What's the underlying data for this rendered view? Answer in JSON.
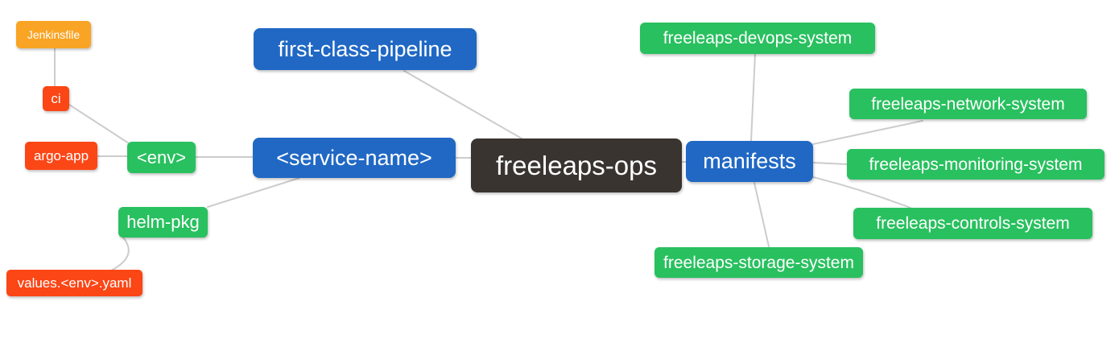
{
  "diagram": {
    "type": "mindmap",
    "root_label": "freeleaps-ops"
  },
  "nodes": {
    "freeleaps_ops": {
      "label": "freeleaps-ops",
      "depth": 0
    },
    "first_class_pipeline": {
      "label": "first-class-pipeline",
      "depth": 1
    },
    "service_name": {
      "label": "<service-name>",
      "depth": 1
    },
    "manifests": {
      "label": "manifests",
      "depth": 1
    },
    "env": {
      "label": "<env>",
      "depth": 2
    },
    "helm_pkg": {
      "label": "helm-pkg",
      "depth": 2
    },
    "ci": {
      "label": "ci",
      "depth": 3
    },
    "argo_app": {
      "label": "argo-app",
      "depth": 3
    },
    "values_env_yaml": {
      "label": "values.<env>.yaml",
      "depth": 3
    },
    "jenkinsfile": {
      "label": "Jenkinsfile",
      "depth": 4
    },
    "freeleaps_devops_system": {
      "label": "freeleaps-devops-system",
      "depth": 2
    },
    "freeleaps_network_system": {
      "label": "freeleaps-network-system",
      "depth": 2
    },
    "freeleaps_monitoring_system": {
      "label": "freeleaps-monitoring-system",
      "depth": 2
    },
    "freeleaps_controls_system": {
      "label": "freeleaps-controls-system",
      "depth": 2
    },
    "freeleaps_storage_system": {
      "label": "freeleaps-storage-system",
      "depth": 2
    }
  },
  "edges": [
    [
      "jenkinsfile",
      "ci"
    ],
    [
      "ci",
      "env"
    ],
    [
      "argo_app",
      "env"
    ],
    [
      "env",
      "service_name"
    ],
    [
      "service_name",
      "helm_pkg"
    ],
    [
      "helm_pkg",
      "values_env_yaml"
    ],
    [
      "first_class_pipeline",
      "freeleaps_ops"
    ],
    [
      "service_name",
      "freeleaps_ops"
    ],
    [
      "freeleaps_ops",
      "manifests"
    ],
    [
      "manifests",
      "freeleaps_devops_system"
    ],
    [
      "manifests",
      "freeleaps_network_system"
    ],
    [
      "manifests",
      "freeleaps_monitoring_system"
    ],
    [
      "manifests",
      "freeleaps_controls_system"
    ],
    [
      "manifests",
      "freeleaps_storage_system"
    ]
  ],
  "colors": {
    "root_node": "#393430",
    "level1_node": "#2068C4",
    "level2_node": "#29C05F",
    "level3_node": "#FB4616",
    "level4_node": "#F9A424",
    "edge_line": "#CCCCCC",
    "node_text": "#FFFFFF",
    "background": "#FFFFFF"
  }
}
